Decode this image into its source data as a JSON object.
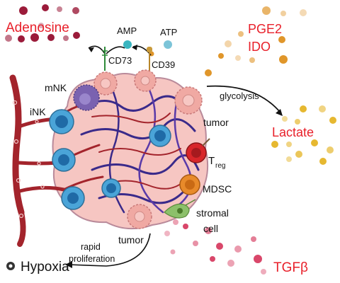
{
  "labels": {
    "adenosine": "Adenosine",
    "amp": "AMP",
    "atp": "ATP",
    "cd73": "CD73",
    "cd39": "CD39",
    "pge2": "PGE2",
    "ido": "IDO",
    "mnk": "mNK",
    "ink": "iNK",
    "glycolysis": "glycolysis",
    "tumor_right": "tumor",
    "lactate": "Lactate",
    "treg_main": "T",
    "treg_sub": "reg",
    "mdsc": "MDSC",
    "stromal": "stromal",
    "cell": "cell",
    "tumor_bottom": "tumor",
    "rapid": "rapid",
    "proliferation": "proliferation",
    "hypoxia": "Hypoxia",
    "tgfb": "TGFβ"
  },
  "colors": {
    "red_text": "#e8202a",
    "adenosine_dots": "#9b1b3a",
    "amp_dot": "#3ab5c0",
    "atp_dot": "#7cc4d8",
    "pge2_dots": "#e0962a",
    "lactate_dots": "#e6b830",
    "tgfb_dots": "#d9476a",
    "tumor_mass": "#f6c6c2",
    "vessels_red": "#a3242c",
    "vessels_blue": "#3a2a8a",
    "nk_cell": "#4aa4d8",
    "mnk_cell": "#7a62b0",
    "treg_cell": "#d8262a",
    "mdsc_cell": "#e88a2a",
    "stromal_cell": "#8cc06a"
  }
}
